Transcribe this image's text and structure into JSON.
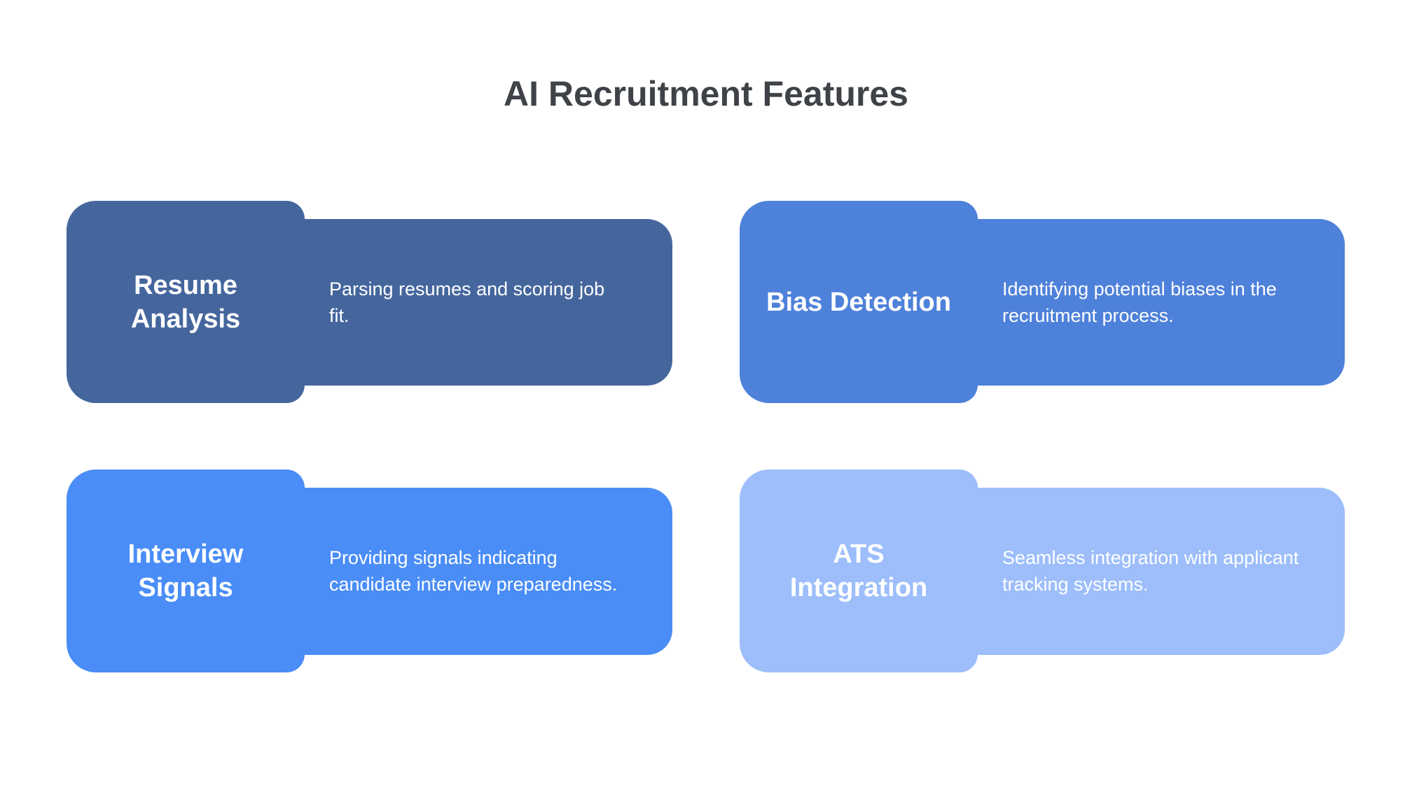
{
  "page": {
    "title": "AI Recruitment Features",
    "title_color": "#3f4347",
    "background": "#ffffff"
  },
  "features": [
    {
      "title": "Resume Analysis",
      "title_lines": [
        "Resume",
        "Analysis"
      ],
      "description": "Parsing resumes and scoring job fit.",
      "desc_lines": [
        "Parsing resumes and scoring job",
        "fit."
      ],
      "color": "#45669d",
      "text_color": "#ffffff"
    },
    {
      "title": "Bias Detection",
      "title_lines": [
        "Bias Detection"
      ],
      "description": "Identifying potential biases in the recruitment process.",
      "desc_lines": [
        "Identifying potential biases in the",
        "recruitment process."
      ],
      "color": "#4e81da",
      "text_color": "#ffffff"
    },
    {
      "title": "Interview Signals",
      "title_lines": [
        "Interview",
        "Signals"
      ],
      "description": "Providing signals indicating candidate interview preparedness.",
      "desc_lines": [
        "Providing signals indicating",
        "candidate interview preparedness."
      ],
      "color": "#4a8df7",
      "text_color": "#ffffff"
    },
    {
      "title": "ATS Integration",
      "title_lines": [
        "ATS",
        "Integration"
      ],
      "description": "Seamless integration with applicant tracking systems.",
      "desc_lines": [
        "Seamless integration with applicant",
        "tracking systems."
      ],
      "color": "#9dbefb",
      "text_color": "#ffffff"
    }
  ]
}
